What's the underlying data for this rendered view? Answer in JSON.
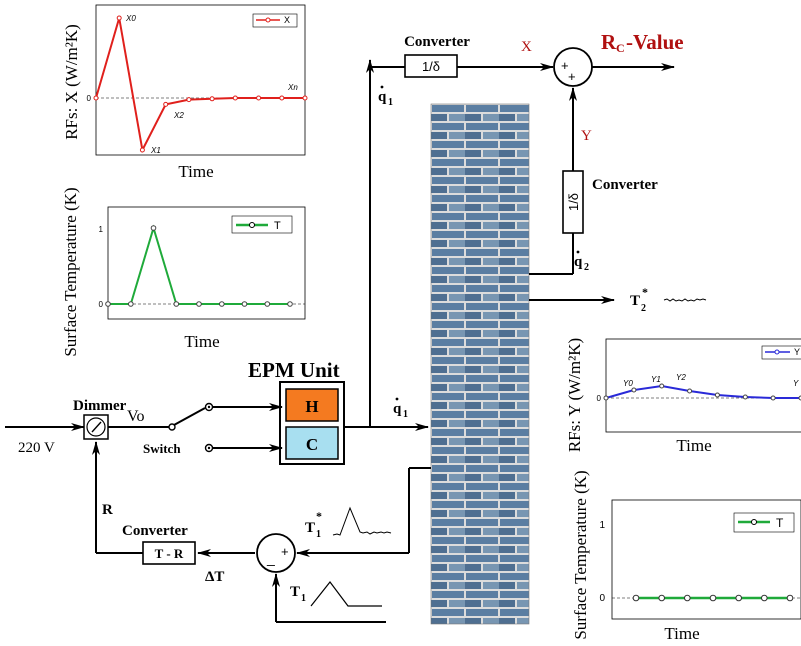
{
  "colors": {
    "rfx_line": "#e0201c",
    "rfy_line": "#2a2ad8",
    "temp_line": "#1faa3a",
    "red_label": "#b01010",
    "heater_box": "#f47a20",
    "cooler_box": "#a8dff0",
    "brick_base": "#5f7f9f"
  },
  "labels": {
    "converter_top": "Converter",
    "x_signal": "X",
    "y_signal": "Y",
    "rc_value_r": "R",
    "rc_value_sub": "C",
    "rc_value_rest": "-Value",
    "converter_mid": "Converter",
    "conv_gain_top": "1/δ",
    "conv_gain_mid": "1/δ",
    "q1_top": "q",
    "q1_top_sub": "1",
    "q1_mid": "q",
    "q1_mid_sub": "1",
    "q2": "q",
    "q2_sub": "2",
    "t2_star": "T",
    "t2_star_sub": "2",
    "t2_star_sup": "*",
    "t1_star": "T",
    "t1_star_sub": "1",
    "t1_star_sup": "*",
    "t1": "T",
    "t1_sub": "1",
    "epm_unit": "EPM Unit",
    "heater": "H",
    "cooler": "C",
    "dimmer": "Dimmer",
    "supply": "220 V",
    "vo": "Vo",
    "switch": "Switch",
    "r_signal": "R",
    "converter_bottom": "Converter",
    "tr_block": "T - R",
    "delta_t": "ΔT",
    "sum_plus": "+",
    "sum_minus": "_"
  },
  "chart_data": [
    {
      "type": "line",
      "ylabel": "RFs: X (W/m²K)",
      "xlabel": "Time",
      "legend": "X",
      "legend_position": "top-right",
      "x": [
        0,
        1,
        2,
        3,
        4,
        5,
        6,
        7,
        8,
        9
      ],
      "values": [
        0,
        1.0,
        -0.65,
        -0.08,
        -0.02,
        -0.01,
        0,
        0,
        0,
        0
      ],
      "ytick": "0",
      "point_labels": [
        "X0",
        "X1",
        "X2",
        "Xn"
      ]
    },
    {
      "type": "line",
      "ylabel": "Surface Temperature (K)",
      "xlabel": "Time",
      "legend": "T",
      "legend_position": "top-right",
      "x": [
        0,
        1,
        2,
        3,
        4,
        5,
        6,
        7,
        8
      ],
      "values": [
        0,
        0,
        1,
        0,
        0,
        0,
        0,
        0,
        0
      ],
      "yticks": [
        "0",
        "1"
      ]
    },
    {
      "type": "line",
      "ylabel": "RFs: Y (W/m²K)",
      "xlabel": "Time",
      "legend": "Y",
      "legend_position": "top-right",
      "x": [
        0,
        1,
        2,
        3,
        4,
        5,
        6,
        7
      ],
      "values": [
        0,
        0.08,
        0.12,
        0.07,
        0.03,
        0.01,
        0,
        0
      ],
      "ytick": "0",
      "point_labels": [
        "Y0",
        "Y1",
        "Y2",
        "Y"
      ]
    },
    {
      "type": "line",
      "ylabel": "Surface Temperature (K)",
      "xlabel": "Time",
      "legend": "T",
      "legend_position": "top-right",
      "x": [
        0,
        1,
        2,
        3,
        4,
        5,
        6
      ],
      "values": [
        0,
        0,
        0,
        0,
        0,
        0,
        0
      ],
      "yticks": [
        "0",
        "1"
      ]
    }
  ]
}
